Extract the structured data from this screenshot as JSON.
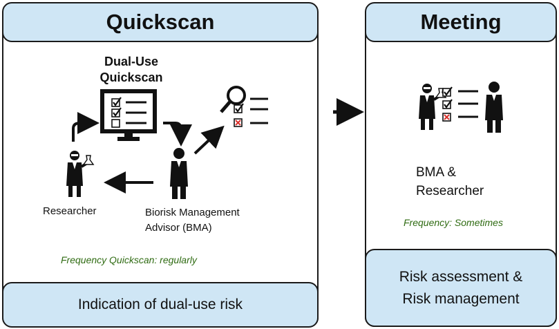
{
  "quickscan": {
    "header": "Quickscan",
    "tool_title_line1": "Dual-Use",
    "tool_title_line2": "Quickscan",
    "researcher_label": "Researcher",
    "bma_label_line1": "Biorisk Management",
    "bma_label_line2": "Advisor (BMA)",
    "frequency": "Frequency Quickscan: regularly",
    "footer": "Indication of dual-use risk"
  },
  "meeting": {
    "header": "Meeting",
    "participants_line1": "BMA &",
    "participants_line2": "Researcher",
    "frequency": "Frequency: Sometimes",
    "footer_line1": "Risk assessment &",
    "footer_line2": "Risk management"
  },
  "icons": {
    "computer": "computer-checklist-icon",
    "researcher": "researcher-icon",
    "advisor": "advisor-icon",
    "review": "magnifier-checklist-icon"
  }
}
